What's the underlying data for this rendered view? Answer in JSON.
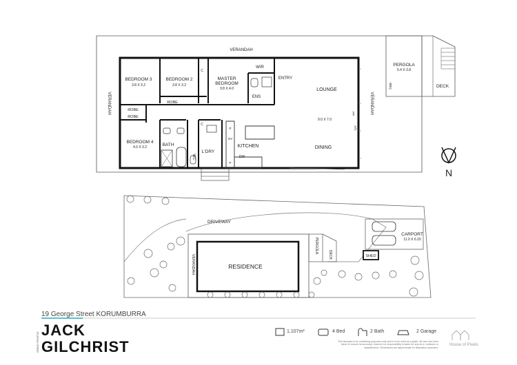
{
  "floorplan": {
    "rooms": {
      "bedroom3": {
        "name": "BEDROOM 3",
        "dims": "3.8 X 3.2"
      },
      "bedroom2": {
        "name": "BEDROOM 2",
        "dims": "3.8 X 3.2"
      },
      "master_l1": "MASTER",
      "master_l2": "BEDROOM",
      "master_dims": "3.8 X 4.0",
      "bedroom4": {
        "name": "BEDROOM 4",
        "dims": "4.0 X 3.2"
      },
      "lounge": "LOUNGE",
      "lounge_dims": "9.0 X 7.0",
      "dining": "DINING",
      "kitchen": "KITCHEN",
      "bath": "BATH",
      "ldry": "L'DRY",
      "wc": "WC",
      "ens": "ENS",
      "wir": "WIR",
      "entry": "ENTRY",
      "robe": "ROBE",
      "verandah": "VERANDAH",
      "pergola": "PERGOLA",
      "pergola_dims": "5.4 X 3.8",
      "deck": "DECK",
      "bbq": "BBQ",
      "fp": "FP",
      "ac": "A/C",
      "dw": "DW",
      "c": "C",
      "p": "P",
      "ov": "OV"
    },
    "north": "N"
  },
  "siteplan": {
    "driveway": "DRIVEWAY",
    "residence": "RESIDENCE",
    "verandah": "VERANDAH",
    "pergola": "PERGOLA",
    "deck": "DECK",
    "shed": "SHED",
    "carport": "CARPORT",
    "carport_dims": "11.0 X 6.20"
  },
  "footer": {
    "address": "19 George Street KORUMBURRA",
    "agent_small": "GREAT PEOPLE",
    "agent_line1": "JACK",
    "agent_line2": "GILCHRIST",
    "area": "1,107m²",
    "beds": "4 Bed",
    "baths": "2 Bath",
    "garage": "2 Garage",
    "disclaimer": "This floorplan is for marketing purposes only and is to be used as a guide. All care has been taken to ensure its accuracy, however no responsibility is taken for any error, omission or misstatement. Dimensions are approximate for illustration purposes.",
    "brand": "House of Pixels"
  }
}
